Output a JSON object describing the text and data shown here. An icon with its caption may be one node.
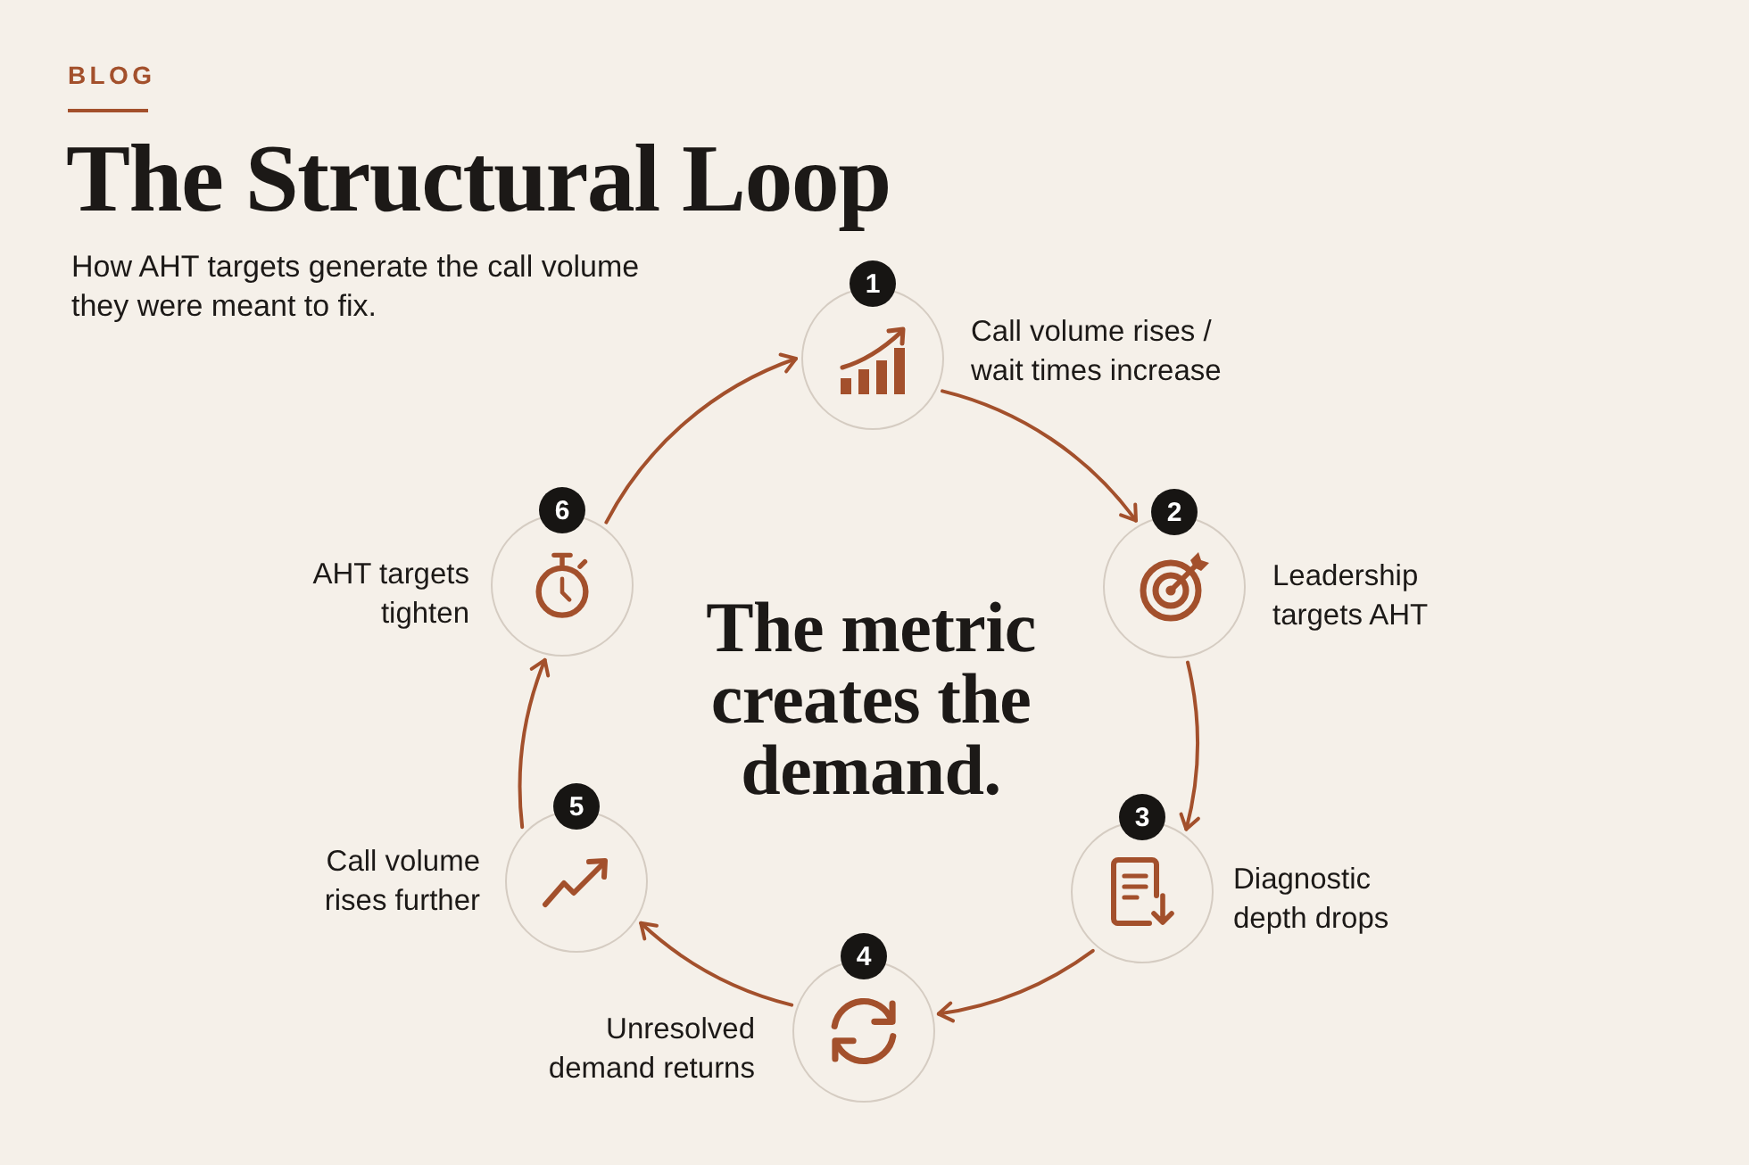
{
  "diagram": {
    "title": "The Structural Loop",
    "nodes": [
      {
        "text": [
          "1"
        ],
        "beside": [
          "Call volume rises / wait times increase"
        ]
      },
      {
        "text": [
          "2"
        ],
        "beside": [
          "Leadership targets AHT"
        ]
      },
      {
        "text": [
          "3"
        ],
        "beside": [
          "Diagnostic depth drops"
        ]
      },
      {
        "text": [
          "4"
        ],
        "beside": [
          "Unresolved demand returns"
        ]
      },
      {
        "text": [
          "5"
        ],
        "beside": [
          "Call volume rises further"
        ]
      },
      {
        "text": [
          "6"
        ],
        "beside": [
          "AHT targets tighten"
        ]
      }
    ],
    "edges": [
      {
        "from": 0,
        "to": 1,
        "arrow": "to"
      },
      {
        "from": 1,
        "to": 2,
        "arrow": "to"
      },
      {
        "from": 2,
        "to": 3,
        "arrow": "to"
      },
      {
        "from": 3,
        "to": 4,
        "arrow": "to"
      },
      {
        "from": 4,
        "to": 5,
        "arrow": "to"
      },
      {
        "from": 5,
        "to": 0,
        "arrow": "to"
      }
    ],
    "labels": [
      "BLOG",
      "How AHT targets generate the call volume they were meant to fix.",
      "The metric creates the demand."
    ]
  }
}
